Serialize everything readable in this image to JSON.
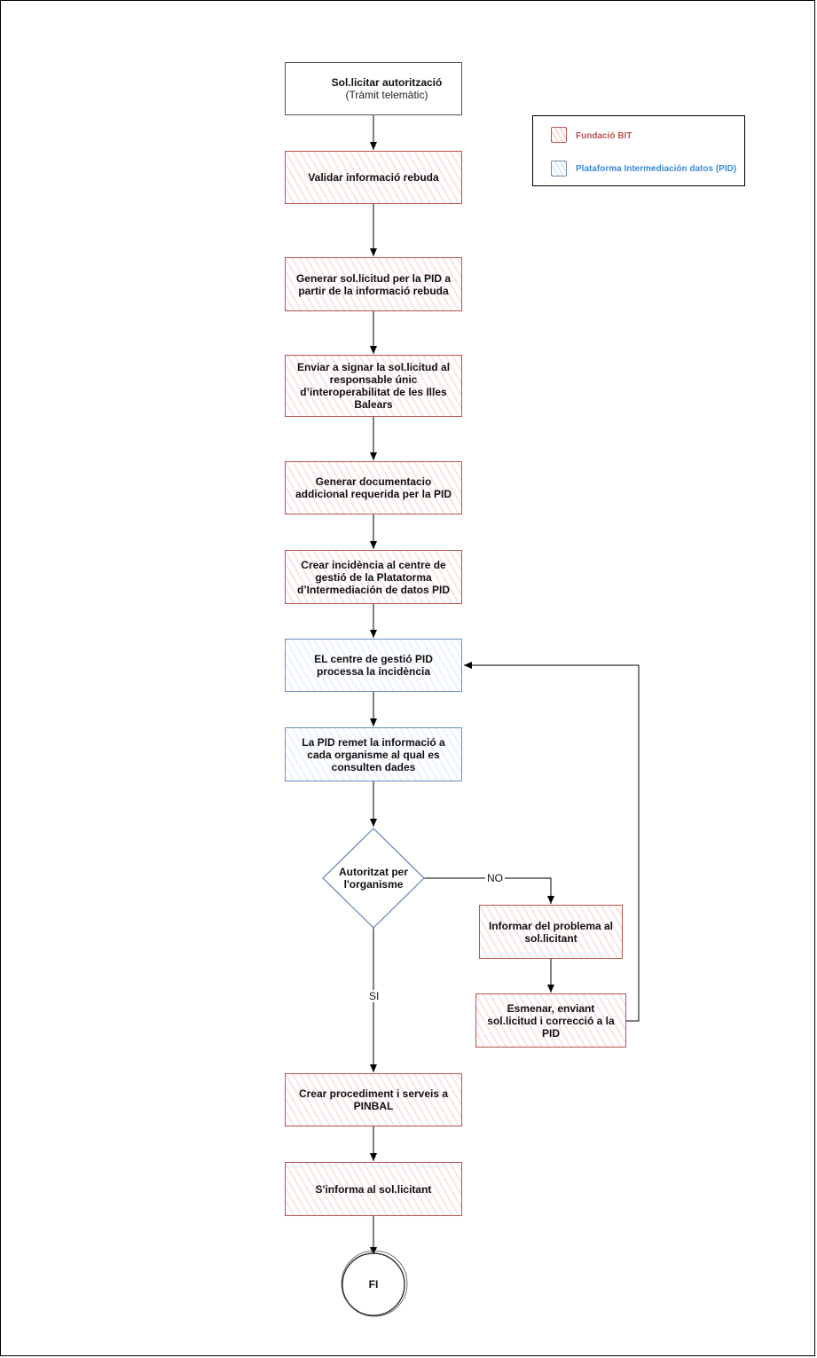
{
  "start": {
    "title": "Sol.licitar autorització",
    "subtitle": "(Tràmit telemàtic)"
  },
  "legend": {
    "items": [
      {
        "label": "Fundació BIT",
        "color": "#b85450"
      },
      {
        "label": "Plataforma Intermediación datos (PID)",
        "color": "#3d8ad6"
      }
    ]
  },
  "steps": {
    "validar": "Validar informació rebuda",
    "generar_sol": "Generar sol.licitud per la PID a partir de la informació rebuda",
    "enviar": "Enviar a signar la sol.licitud al responsable únic d’interoperabilitat de les Illes Balears",
    "generar_doc": "Generar documentacio addicional requerida per la PID",
    "crear_incidencia": "Crear incidència al centre de gestió de la Platatorma d’Intermediación de datos PID",
    "processa": "EL centre de gestió PID processa la incidència",
    "remet": "La PID remet la informació a cada organisme al qual es consulten dades",
    "decision": "Autoritzat per l'organisme",
    "informar_problema": "Informar del problema al sol.licitant",
    "esmenar": "Esmenar, enviant sol.licitud i correcció  a  la PID",
    "crear_procediment": "Crear procediment i serveis a PINBAL",
    "informa": "S'informa al sol.licitant",
    "fi": "FI"
  },
  "edges": {
    "no": "NO",
    "si": "SI"
  },
  "colors": {
    "red_border": "#b85450",
    "red_fill": "#f8cecc",
    "blue_border": "#6c8ebf",
    "blue_fill": "#dae8fc"
  }
}
